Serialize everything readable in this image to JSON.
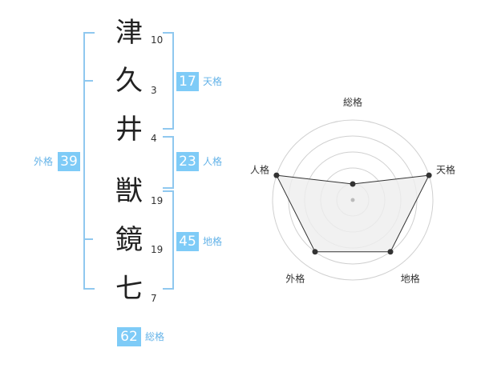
{
  "name": {
    "characters": [
      {
        "char": "津",
        "strokes": "10"
      },
      {
        "char": "久",
        "strokes": "3"
      },
      {
        "char": "井",
        "strokes": "4"
      },
      {
        "char": "獣",
        "strokes": "19"
      },
      {
        "char": "鏡",
        "strokes": "19"
      },
      {
        "char": "七",
        "strokes": "7"
      }
    ]
  },
  "fortunes": {
    "tenkaku": {
      "value": "17",
      "label": "天格"
    },
    "jinkaku": {
      "value": "23",
      "label": "人格"
    },
    "chikaku": {
      "value": "45",
      "label": "地格"
    },
    "gaikaku": {
      "value": "39",
      "label": "外格"
    },
    "soukaku": {
      "value": "62",
      "label": "総格"
    }
  },
  "radar": {
    "axes": [
      "総格",
      "天格",
      "地格",
      "外格",
      "人格"
    ],
    "levels": [
      1,
      5,
      4,
      4,
      5
    ],
    "max_level": 5,
    "colors": {
      "fill": "#eeeeee",
      "line": "#333333",
      "grid": "#d0d0d0",
      "accent": "#7ecbf7"
    }
  }
}
